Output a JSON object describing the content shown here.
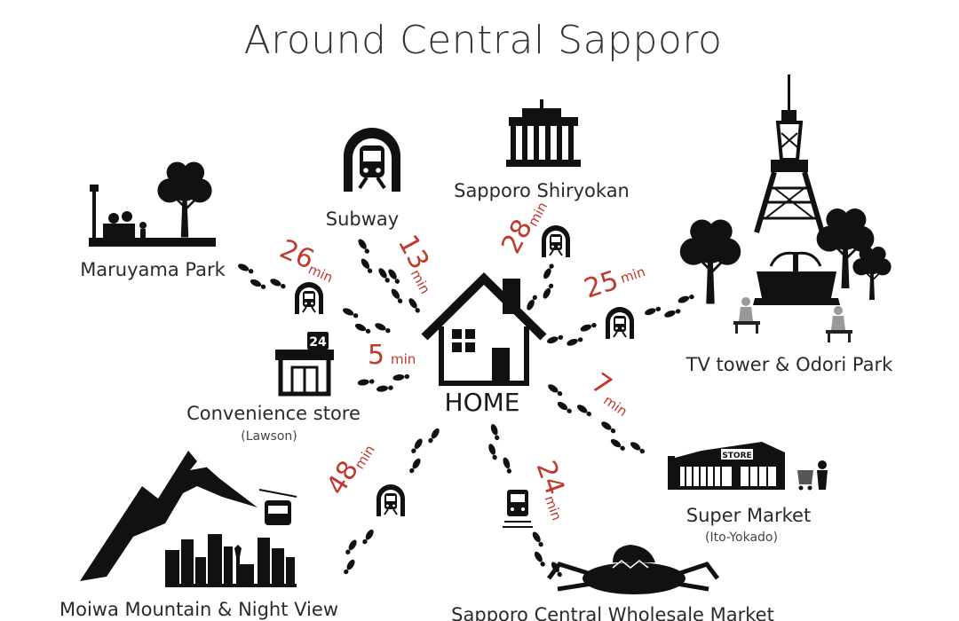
{
  "title": "Around Central Sapporo",
  "home": {
    "label": "HOME"
  },
  "destinations": [
    {
      "id": "maruyama",
      "label": "Maruyama Park",
      "sublabel": "",
      "time": "26",
      "unit": "min",
      "transport": "subway-icon"
    },
    {
      "id": "subway",
      "label": "Subway",
      "sublabel": "",
      "time": "13",
      "unit": "min",
      "transport": "footsteps-icon"
    },
    {
      "id": "shiryokan",
      "label": "Sapporo Shiryokan",
      "sublabel": "",
      "time": "28",
      "unit": "min",
      "transport": "subway-icon"
    },
    {
      "id": "tvtower",
      "label": "TV tower & Odori Park",
      "sublabel": "",
      "time": "25",
      "unit": "min",
      "transport": "subway-icon"
    },
    {
      "id": "convenience",
      "label": "Convenience store",
      "sublabel": "(Lawson)",
      "time": "5",
      "unit": "min",
      "transport": "footsteps-icon"
    },
    {
      "id": "supermarket",
      "label": "Super Market",
      "sublabel": "(Ito-Yokado)",
      "time": "7",
      "unit": "min",
      "transport": "footsteps-icon"
    },
    {
      "id": "moiwa",
      "label": "Moiwa Mountain & Night View",
      "sublabel": "",
      "time": "48",
      "unit": "min",
      "transport": "subway-icon"
    },
    {
      "id": "wholesale",
      "label": "Sapporo Central Wholesale Market",
      "sublabel": "",
      "time": "24",
      "unit": "min",
      "transport": "tram-icon"
    }
  ],
  "store_badge": "24",
  "market_sign": "STORE",
  "colors": {
    "ink": "#111111",
    "accent": "#c0392b",
    "text": "#2a2a2a"
  }
}
